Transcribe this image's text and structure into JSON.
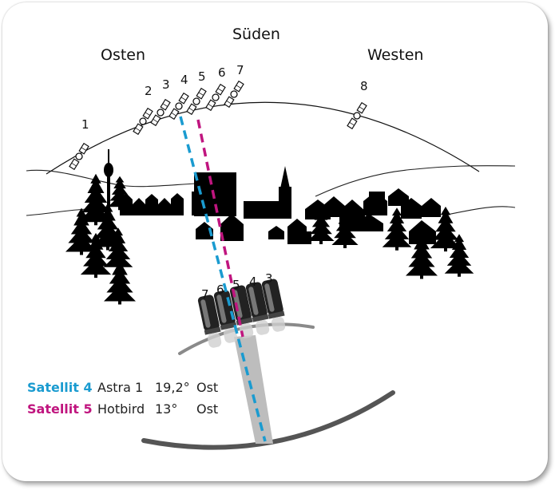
{
  "directions": {
    "east": "Osten",
    "south": "Süden",
    "west": "Westen"
  },
  "satellite_numbers": [
    "1",
    "2",
    "3",
    "4",
    "5",
    "6",
    "7",
    "8"
  ],
  "lnb_numbers": [
    "7",
    "6",
    "5",
    "4",
    "3"
  ],
  "legend": [
    {
      "name": "Satellit 4",
      "provider": "Astra 1",
      "position": "19,2°",
      "direction": "Ost",
      "color": "#1a9bd0"
    },
    {
      "name": "Satellit 5",
      "provider": "Hotbird",
      "position": "13°",
      "direction": "Ost",
      "color": "#c0157f"
    }
  ],
  "colors": {
    "beam_satellite_4": "#1a9bd0",
    "beam_satellite_5": "#c0157f",
    "silhouette": "#000000"
  }
}
